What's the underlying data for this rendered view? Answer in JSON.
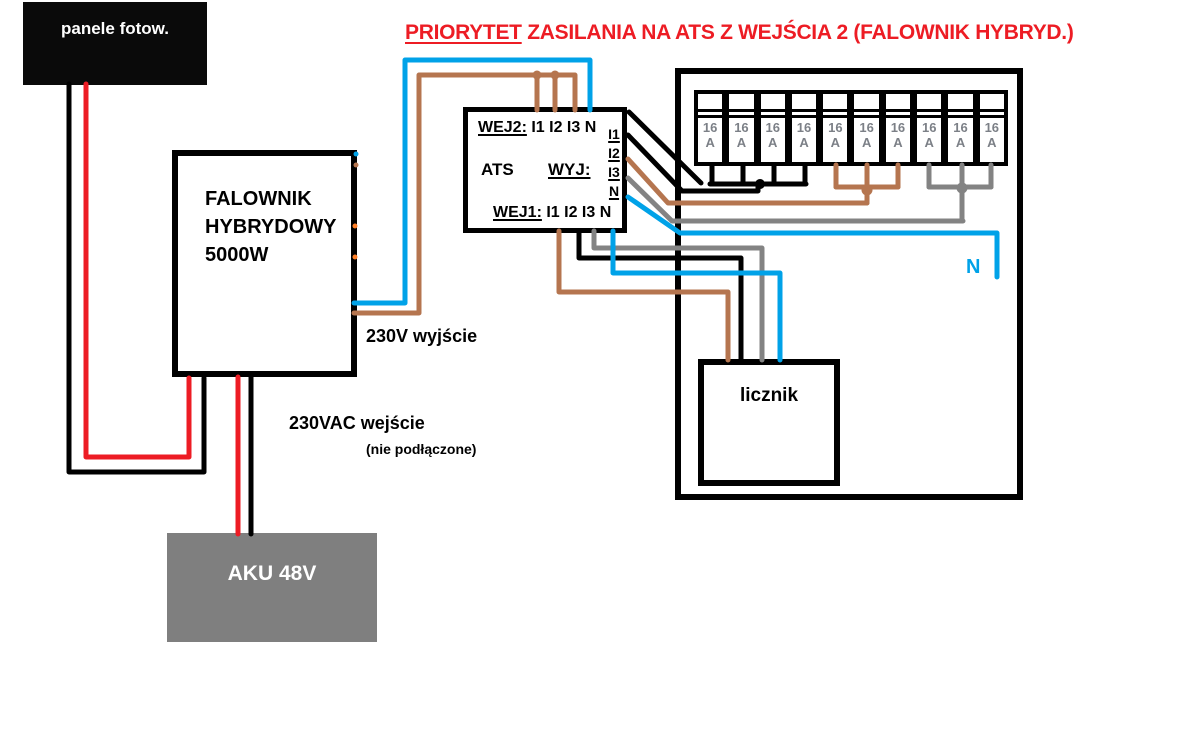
{
  "title": {
    "prefix": "PRIORYTET",
    "rest": " ZASILANIA NA ATS Z WEJŚCIA 2 (FALOWNIK HYBRYD.)"
  },
  "pv_panels": {
    "label": "panele fotow."
  },
  "inverter": {
    "label": "FALOWNIK\nHYBRYDOWY\n5000W"
  },
  "battery": {
    "label": "AKU 48V"
  },
  "ats": {
    "name": "ATS",
    "wej2_label": "WEJ2:",
    "wej2_terminals": " I1 I2 I3 N",
    "wyj_label": "WYJ:",
    "wej1_label": "WEJ1:",
    "wej1_terminals": " I1 I2 I3 N",
    "outputs": [
      "I1",
      "I2",
      "I3",
      "N"
    ]
  },
  "meter": {
    "label": "licznik"
  },
  "breakers": {
    "count": 10,
    "rating_line1": "16",
    "rating_line2": "A"
  },
  "labels": {
    "output_230v": "230V wyjście",
    "input_230vac": "230VAC wejście",
    "input_note": "(nie podłączone)",
    "neutral": "N"
  },
  "colors": {
    "red": "#ED1C24",
    "blue": "#00A2E8",
    "brown": "#B5754F",
    "gray": "#838383",
    "black": "#000000",
    "orange": "#FF7F27",
    "panel_fill": "#0A0A0A",
    "battery_fill": "#7F7F7F",
    "breaker_label": "#7C8087"
  }
}
